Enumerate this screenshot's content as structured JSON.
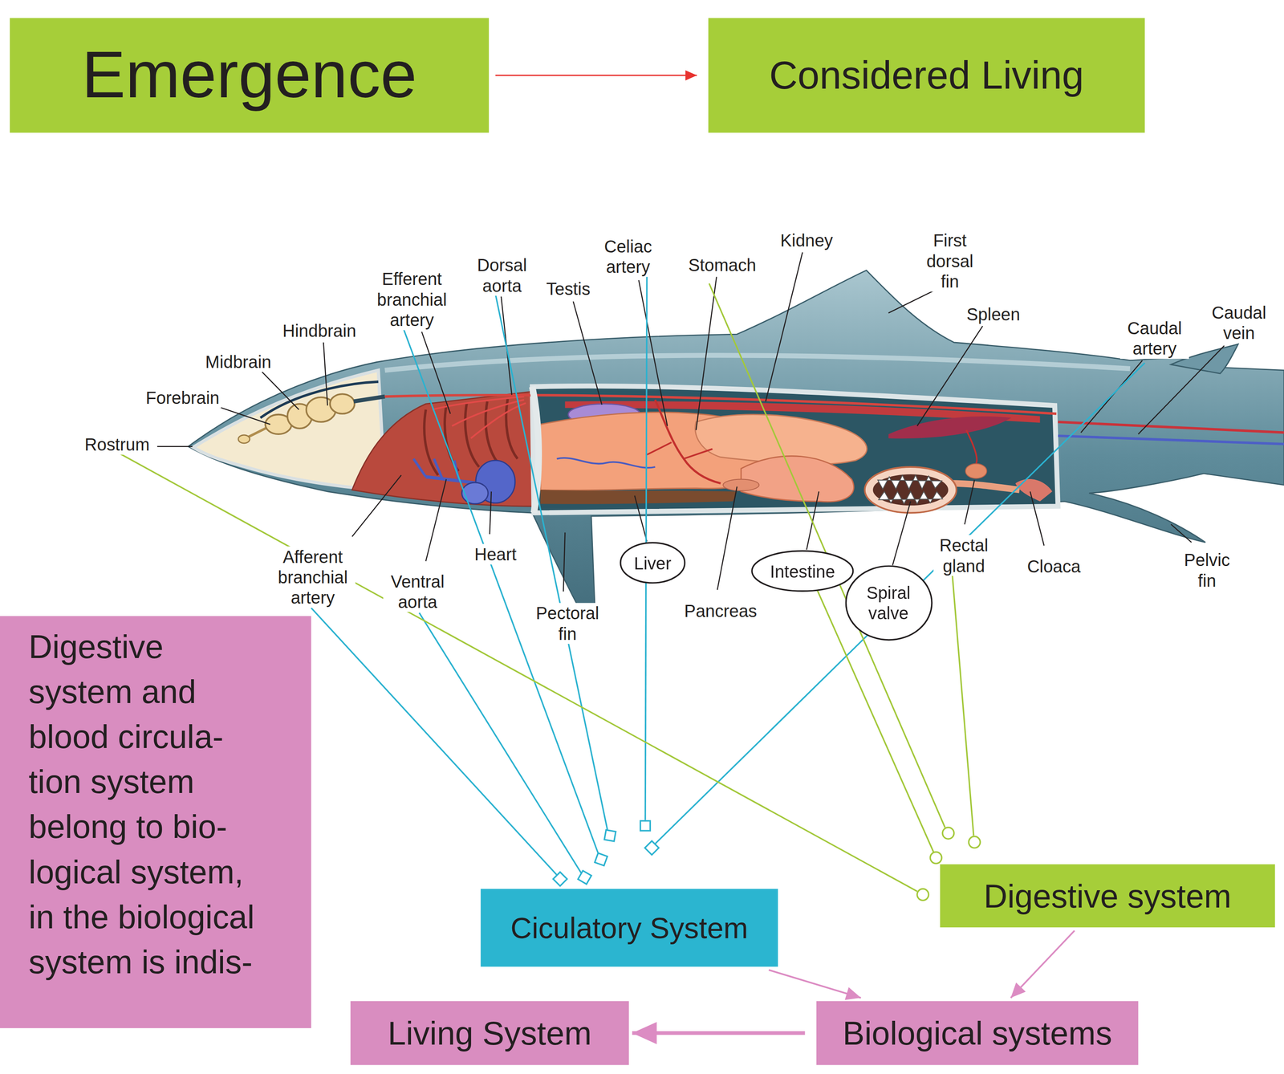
{
  "diagram": {
    "nodes": [
      {
        "text": [
          "Emergence"
        ]
      },
      {
        "text": [
          "Considered Living"
        ]
      },
      {
        "text": [
          "Liver"
        ]
      },
      {
        "text": [
          "Intestine"
        ]
      },
      {
        "text": [
          "Spiral valve"
        ]
      },
      {
        "text": [
          "Digestive system and blood circula- tion system belong to bio- logical system, in the biological system is indis-"
        ]
      },
      {
        "text": [
          "Ciculatory System"
        ]
      },
      {
        "text": [
          "Digestive system"
        ]
      },
      {
        "text": [
          "Living System"
        ]
      },
      {
        "text": [
          "Biological systems"
        ]
      }
    ],
    "edges": [
      {
        "from": 0,
        "to": 1,
        "arrow": "to"
      },
      {
        "from": 6,
        "to": 9,
        "arrow": "to"
      },
      {
        "from": 7,
        "to": 9,
        "arrow": "to"
      },
      {
        "from": 9,
        "to": 8,
        "arrow": "to"
      }
    ],
    "labels": [
      "Kidney",
      "First dorsal fin",
      "Celiac artery",
      "Dorsal aorta",
      "Stomach",
      "Efferent branchial artery",
      "Testis",
      "Spleen",
      "Caudal vein",
      "Hindbrain",
      "Caudal artery",
      "Midbrain",
      "Forebrain",
      "Rostrum",
      "Rectal gland",
      "Heart",
      "Cloaca",
      "Afferent branchial artery",
      "Pelvic fin",
      "Ventral aorta",
      "Pancreas",
      "Pectoral fin"
    ]
  }
}
